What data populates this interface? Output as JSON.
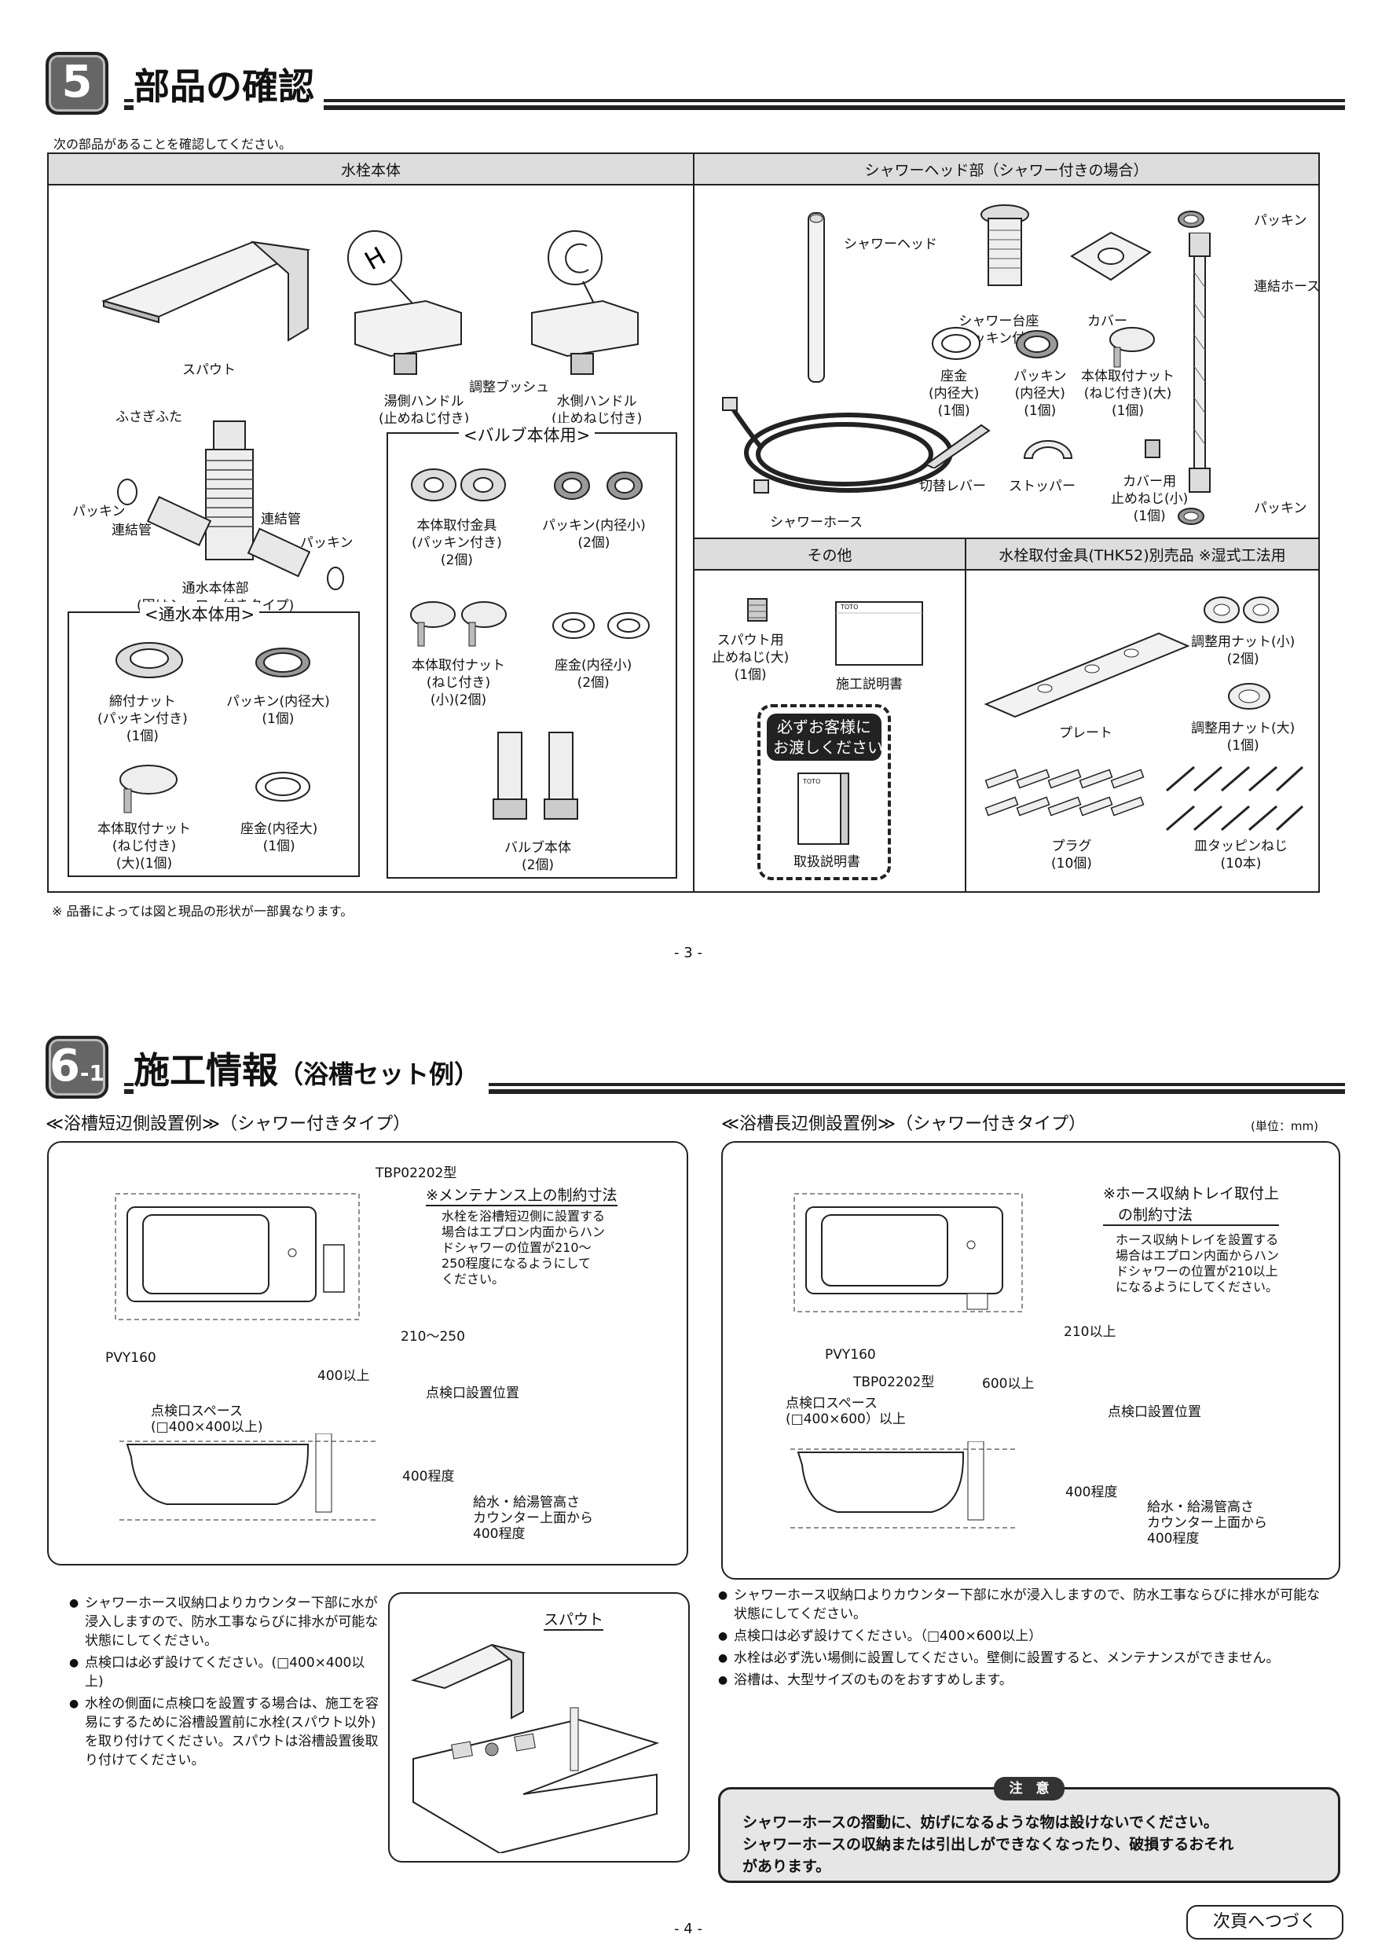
{
  "section5": {
    "number": "5",
    "title": "部品の確認",
    "intro": "次の部品があることを確認してください。",
    "col1_header": "水栓本体",
    "col2_header": "シャワーヘッド部（シャワー付きの場合）",
    "col3_header": "その他",
    "col4_header": "水栓取付金具(THK52)別売品 ※湿式工法用",
    "parts": {
      "spout": "スパウト",
      "hot_handle": "湯側ハンドル\n(止めねじ付き)",
      "cold_handle": "水側ハンドル\n(止めねじ付き)",
      "adjust_bush": "調整ブッシュ",
      "fusagi_futa": "ふさぎふた",
      "packing_l": "パッキン",
      "renketsukan_l": "連結管",
      "renketsukan_r": "連結管",
      "packing_r": "パッキン",
      "body": "通水本体部\n(図はシャワー付きタイプ)",
      "valve_box_title": "<バルブ本体用>",
      "body_mount": "本体取付金具\n(パッキン付き)\n(2個)",
      "packing_small": "パッキン(内径小)\n(2個)",
      "body_nut_small": "本体取付ナット\n(ねじ付き)\n(小)(2個)",
      "zagane_small": "座金(内径小)\n(2個)",
      "valve_body": "バルブ本体\n(2個)",
      "water_box_title": "<通水本体用>",
      "shimetsuke_nut": "締付ナット\n(パッキン付き)\n(1個)",
      "packing_large": "パッキン(内径大)\n(1個)",
      "body_nut_large": "本体取付ナット\n(ねじ付き)\n(大)(1個)",
      "zagane_large": "座金(内径大)\n(1個)",
      "shower_head": "シャワーヘッド",
      "shower_base": "シャワー台座\n(パッキン付き)",
      "cover": "カバー",
      "packing_top": "パッキン",
      "renketsu_hose": "連結ホース",
      "packing_bottom": "パッキン",
      "zagane_sh": "座金\n(内径大)\n(1個)",
      "packing_sh": "パッキン\n(内径大)\n(1個)",
      "nut_sh": "本体取付ナット\n(ねじ付き)(大)\n(1個)",
      "kirikae_lever": "切替レバー",
      "stopper": "ストッパー",
      "cover_screw": "カバー用\n止めねじ(小)\n(1個)",
      "shower_hose": "シャワーホース",
      "spout_screw": "スパウト用\n止めねじ(大)\n(1個)",
      "install_manual": "施工説明書",
      "handover": "必ずお客様に\nお渡しください",
      "user_manual": "取扱説明書",
      "adj_nut_small": "調整用ナット(小)\n(2個)",
      "plate": "プレート",
      "adj_nut_large": "調整用ナット(大)\n(1個)",
      "plug": "プラグ\n(10個)",
      "tapping_screw": "皿タッピンねじ\n(10本)",
      "toto": "TOTO"
    },
    "footnote": "※ 品番によっては図と現品の形状が一部異なります。",
    "page": "- 3 -"
  },
  "section6": {
    "number": "6",
    "number_sub": "-1",
    "title": "施工情報",
    "title_sub": "（浴槽セット例）",
    "left_head": "≪浴槽短辺側設置例≫（シャワー付きタイプ）",
    "right_head": "≪浴槽長辺側設置例≫（シャワー付きタイプ）",
    "unit": "(単位：mm)",
    "left": {
      "model_top": "TBP02202型",
      "maint_title": "※メンテナンス上の制約寸法",
      "maint_text": "水栓を浴槽短辺側に設置する\n場合はエプロン内面からハン\nドシャワーの位置が210～\n250程度になるようにして\nください。",
      "dim_210": "210～250",
      "pvy": "PVY160",
      "dim_400": "400以上",
      "inspect_pos": "点検口設置位置",
      "inspect_space": "点検口スペース\n(□400×400以上)",
      "dim_height": "400程度",
      "supply_text": "給水・給湯管高さ\nカウンター上面から\n400程度"
    },
    "right": {
      "hose_title": "※ホース収納トレイ取付上\n　の制約寸法",
      "hose_text": "ホース収納トレイを設置する\n場合はエプロン内面からハン\nドシャワーの位置が210以上\nになるようにしてください。",
      "dim_210": "210以上",
      "pvy": "PVY160",
      "model": "TBP02202型",
      "dim_600": "600以上",
      "inspect_space": "点検口スペース\n(□400×600）以上",
      "inspect_pos": "点検口設置位置",
      "dim_height": "400程度",
      "supply_text": "給水・給湯管高さ\nカウンター上面から\n400程度"
    },
    "left_bullets": [
      "シャワーホース収納口よりカウンター下部に水が浸入しますので、防水工事ならびに排水が可能な状態にしてください。",
      "点検口は必ず設けてください。(□400×400以上)",
      "水栓の側面に点検口を設置する場合は、施工を容易にするために浴槽設置前に水栓(スパウト以外)を取り付けてください。スパウトは浴槽設置後取り付けてください。"
    ],
    "spout_label": "スパウト",
    "right_bullets": [
      "シャワーホース収納口よりカウンター下部に水が浸入しますので、防水工事ならびに排水が可能な状態にしてください。",
      "点検口は必ず設けてください。（□400×600以上）",
      "水栓は必ず洗い場側に設置してください。壁側に設置すると、メンテナンスができません。",
      "浴槽は、大型サイズのものをおすすめします。"
    ],
    "caution_tag": "注　意",
    "caution_text": "シャワーホースの摺動に、妨げになるような物は設けないでください。\nシャワーホースの収納または引出しができなくなったり、破損するおそれ\nがあります。",
    "next": "次頁へつづく",
    "page": "- 4 -"
  }
}
